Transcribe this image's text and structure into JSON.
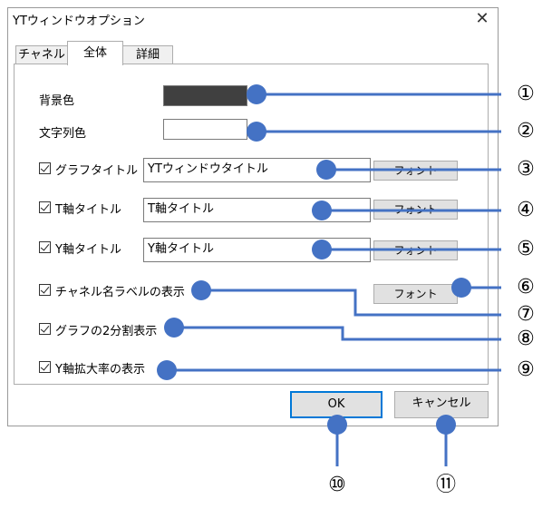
{
  "window": {
    "title": "YTウィンドウオプション",
    "close_glyph": "✕"
  },
  "tabs": [
    {
      "label": "チャネル",
      "active": false
    },
    {
      "label": "全体",
      "active": true
    },
    {
      "label": "詳細",
      "active": false
    }
  ],
  "general": {
    "background_color": {
      "label": "背景色",
      "value": "#404040"
    },
    "text_color": {
      "label": "文字列色",
      "value": "#ffffff"
    },
    "graph_title": {
      "label": "グラフタイトル",
      "checked": true,
      "value": "YTウィンドウタイトル",
      "font_button": "フォント"
    },
    "t_axis_title": {
      "label": "T軸タイトル",
      "checked": true,
      "value": "T軸タイトル",
      "font_button": "フォント"
    },
    "y_axis_title": {
      "label": "Y軸タイトル",
      "checked": true,
      "value": "Y軸タイトル",
      "font_button": "フォント"
    },
    "channel_name_label": {
      "label": "チャネル名ラベルの表示",
      "checked": true,
      "font_button": "フォント"
    },
    "graph_split": {
      "label": "グラフの2分割表示",
      "checked": true
    },
    "y_axis_zoom": {
      "label": "Y軸拡大率の表示",
      "checked": true
    }
  },
  "footer": {
    "ok_label": "OK",
    "cancel_label": "キャンセル"
  },
  "annotations": {
    "color": "#4472c4",
    "numbers": [
      "①",
      "②",
      "③",
      "④",
      "⑤",
      "⑥",
      "⑦",
      "⑧",
      "⑨",
      "⑩",
      "⑪"
    ]
  }
}
